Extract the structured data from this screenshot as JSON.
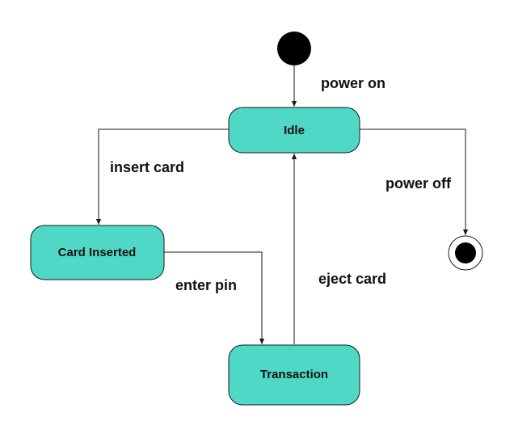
{
  "colors": {
    "state_fill": "#4fd8c6",
    "stroke": "#1a1a1a",
    "initial_fill": "#000000",
    "background": "#ffffff"
  },
  "states": {
    "idle": "Idle",
    "card_inserted": "Card Inserted",
    "transaction": "Transaction"
  },
  "transitions": {
    "power_on": "power on",
    "insert_card": "insert card",
    "power_off": "power off",
    "enter_pin": "enter pin",
    "eject_card": "eject card"
  }
}
